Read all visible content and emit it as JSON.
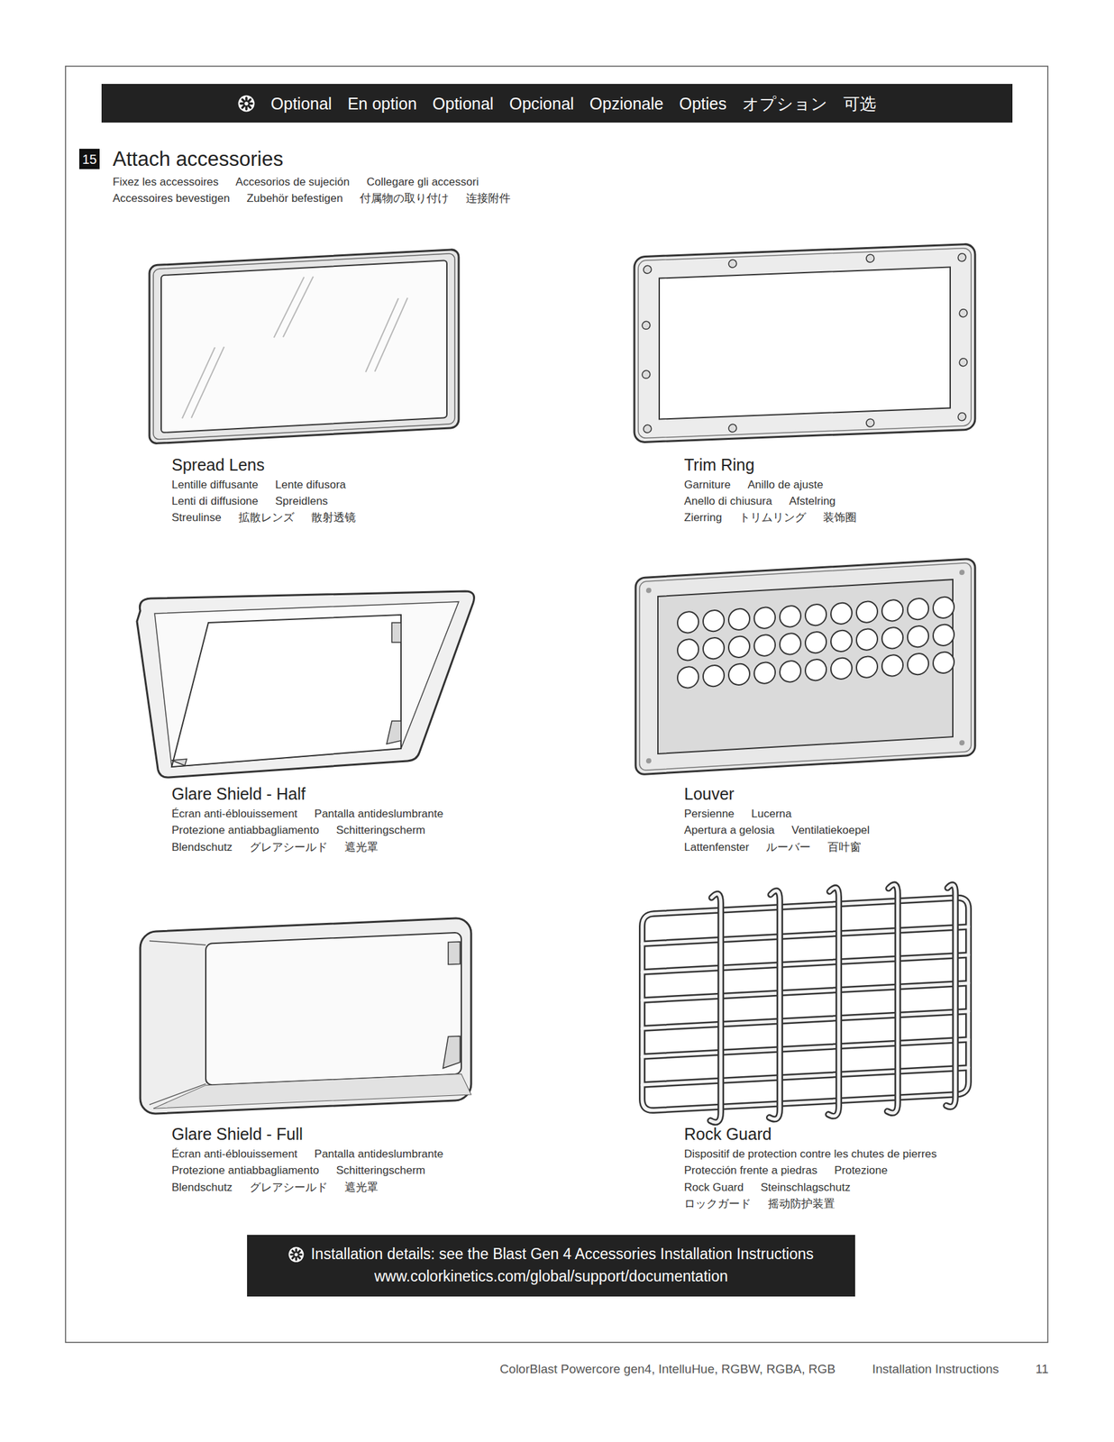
{
  "diagram": {
    "title": "Attach accessories",
    "nodes": [
      {
        "text": [
          "Optional",
          "En option",
          "Optional",
          "Opcional",
          "Opzionale",
          "Opties",
          "オプション",
          "可选"
        ]
      },
      {
        "text": [
          "15"
        ]
      },
      {
        "text": [
          "Installation details: see the Blast Gen 4 Accessories Installation Instructions",
          "www.colorkinetics.com/global/support/documentation"
        ]
      }
    ],
    "labels": [
      "Fixez les accessoires",
      "Accesorios de sujeción",
      "Collegare gli accessori",
      "Accessoires bevestigen",
      "Zubehör befestigen",
      "付属物の取り付け",
      "连接附件",
      "Spread Lens",
      "Lentille diffusante",
      "Lente difusora",
      "Lenti di diffusione",
      "Spreidlens",
      "Streulinse",
      "拡散レンズ",
      "散射透镜",
      "Trim Ring",
      "Garniture",
      "Anillo de ajuste",
      "Anello di chiusura",
      "Afstelring",
      "Zierring",
      "トリムリング",
      "装饰圈",
      "Glare Shield - Half",
      "Écran anti-éblouissement",
      "Pantalla antideslumbrante",
      "Protezione antiabbagliamento",
      "Schitteringscherm",
      "Blendschutz",
      "グレアシールド",
      "遮光罩",
      "Louver",
      "Persienne",
      "Lucerna",
      "Apertura a gelosia",
      "Ventilatiekoepel",
      "Lattenfenster",
      "ルーバー",
      "百叶窗",
      "Glare Shield - Full",
      "Écran anti-éblouissement",
      "Pantalla antideslumbrante",
      "Protezione antiabbagliamento",
      "Schitteringscherm",
      "Blendschutz",
      "グレアシールド",
      "遮光罩",
      "Rock Guard",
      "Dispositif de protection contre les chutes de pierres",
      "Protección frente a piedras",
      "Protezione",
      "Rock Guard",
      "Steinschlagschutz",
      "ロックガード",
      "摇动防护装置",
      "ColorBlast Powercore gen4, IntelluHue, RGBW, RGBA, RGB",
      "Installation Instructions",
      "11"
    ]
  }
}
